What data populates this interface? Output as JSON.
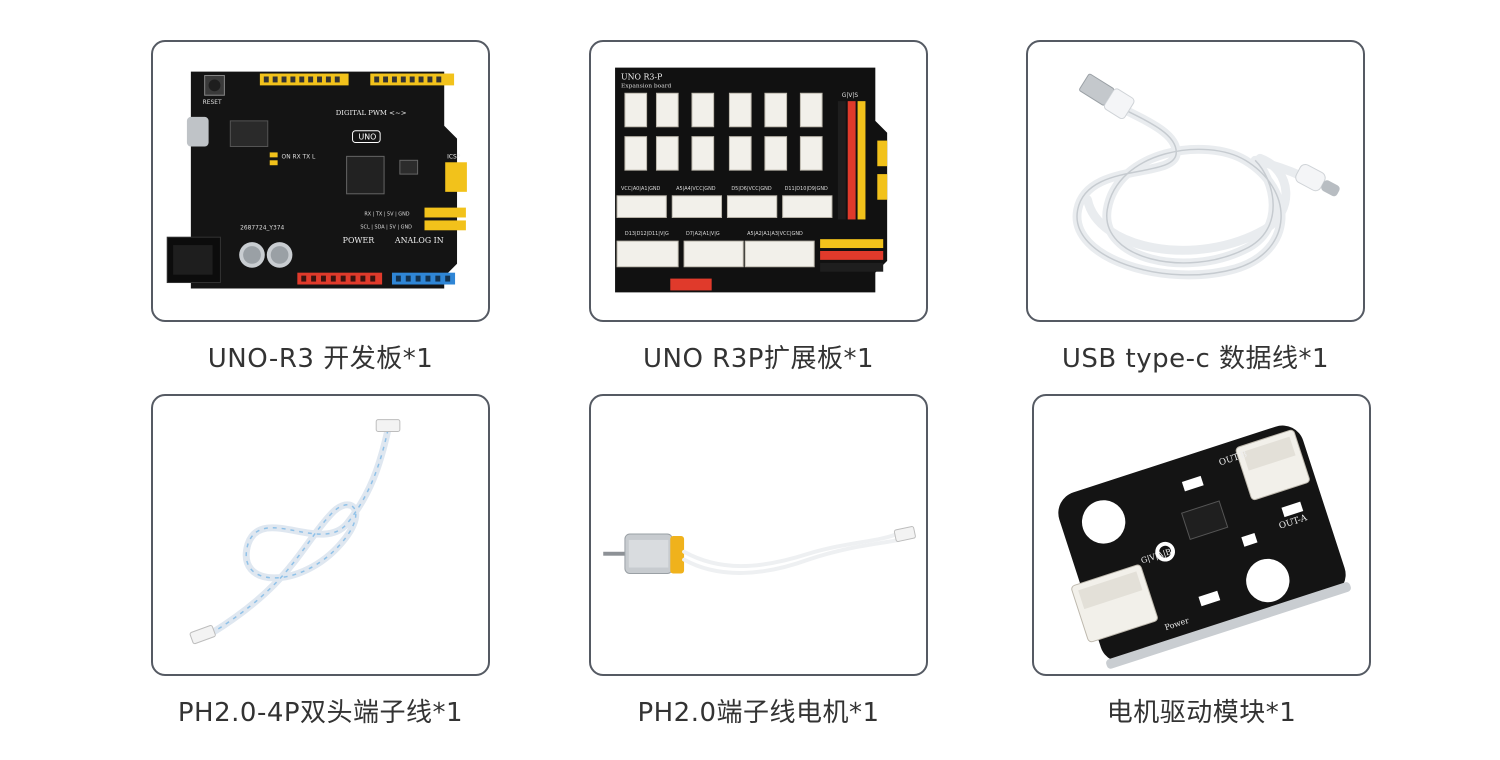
{
  "items": [
    {
      "caption": "UNO-R3 开发板*1",
      "image": "uno-r3-board-icon"
    },
    {
      "caption": "UNO R3P扩展板*1",
      "image": "uno-r3p-expansion-board-icon"
    },
    {
      "caption": "USB type-c 数据线*1",
      "image": "usb-type-c-cable-icon"
    },
    {
      "caption": "PH2.0-4P双头端子线*1",
      "image": "ph20-4p-cable-icon"
    },
    {
      "caption": "PH2.0端子线电机*1",
      "image": "ph20-motor-icon"
    },
    {
      "caption": "电机驱动模块*1",
      "image": "motor-driver-module-icon"
    }
  ],
  "board_labels": {
    "uno": {
      "reset": "RESET",
      "digital_pwm": "DIGITAL PWM <~>",
      "logo": "UNO",
      "icsp": "ICSP",
      "power": "POWER",
      "analog_in": "ANALOG IN",
      "serial": "RX | TX | 5V | GND",
      "i2c": "SCL | SDA | 5V | GND",
      "leds": "ON RX TX L",
      "serial_no": "2687724_Y374"
    },
    "expansion": {
      "title": "UNO R3-P",
      "subtitle": "Expansion board",
      "header1": "G|V|S",
      "p1": "VCC|A0|A1|GND",
      "p2": "A5|A4|VCC|GND",
      "p3": "D5|D6|VCC|GND",
      "p4": "D11|D10|D9|GND",
      "p5": "D13|D12|D11|V|G",
      "p6": "D7|A2|A1|V|G",
      "p7": "A5|A2|A1|A3|VCC|GND"
    },
    "driver": {
      "out_b": "OUT-B",
      "out_a": "OUT-A",
      "pins": "G|V|A|B",
      "power": "Power"
    }
  },
  "colors": {
    "card_border": "#555a63",
    "caption": "#333333",
    "pcb_black": "#151515",
    "header_yellow": "#f2c21b",
    "header_red": "#e03a2b",
    "header_blue": "#2f86d6",
    "connector_white": "#f2f0ea"
  }
}
